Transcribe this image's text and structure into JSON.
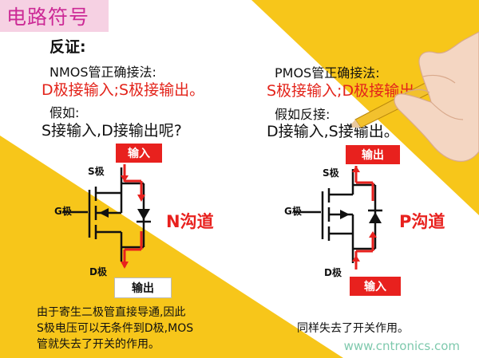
{
  "title": "电路符号",
  "heading": "反证:",
  "left": {
    "line1": "NMOS管正确接法:",
    "line2": "D极接输入;S极接输出。",
    "line3": "假如:",
    "line4": "S接输入,D接输出呢?",
    "s_label": "S极",
    "g_label": "G极",
    "d_label": "D极",
    "top_box": "输入",
    "bottom_box": "输出",
    "channel": "N沟道",
    "note_lines": [
      "由于寄生二极管直接导通,因此",
      "S极电压可以无条件到D极,MOS",
      "管就失去了开关的作用。"
    ]
  },
  "right": {
    "line1": "PMOS管正确接法:",
    "line2": "S极接输入;D极接输出。",
    "line3": "假如反接:",
    "line4": "D接输入,S接输出。",
    "s_label": "S极",
    "g_label": "G极",
    "d_label": "D极",
    "top_box": "输出",
    "bottom_box": "输入",
    "channel": "P沟道",
    "note": "同样失去了开关作用。"
  },
  "watermark": "www.cntronics.com",
  "colors": {
    "title_bg": "#f6d1e3",
    "title_text": "#cc2a96",
    "yellow": "#f7c61a",
    "red": "#e8211e",
    "watermark": "#7ec9ad"
  },
  "icons": [
    "hand-holding-pencil-icon",
    "nmos-symbol-icon",
    "pmos-symbol-icon",
    "current-arrow-icon",
    "diode-icon"
  ]
}
